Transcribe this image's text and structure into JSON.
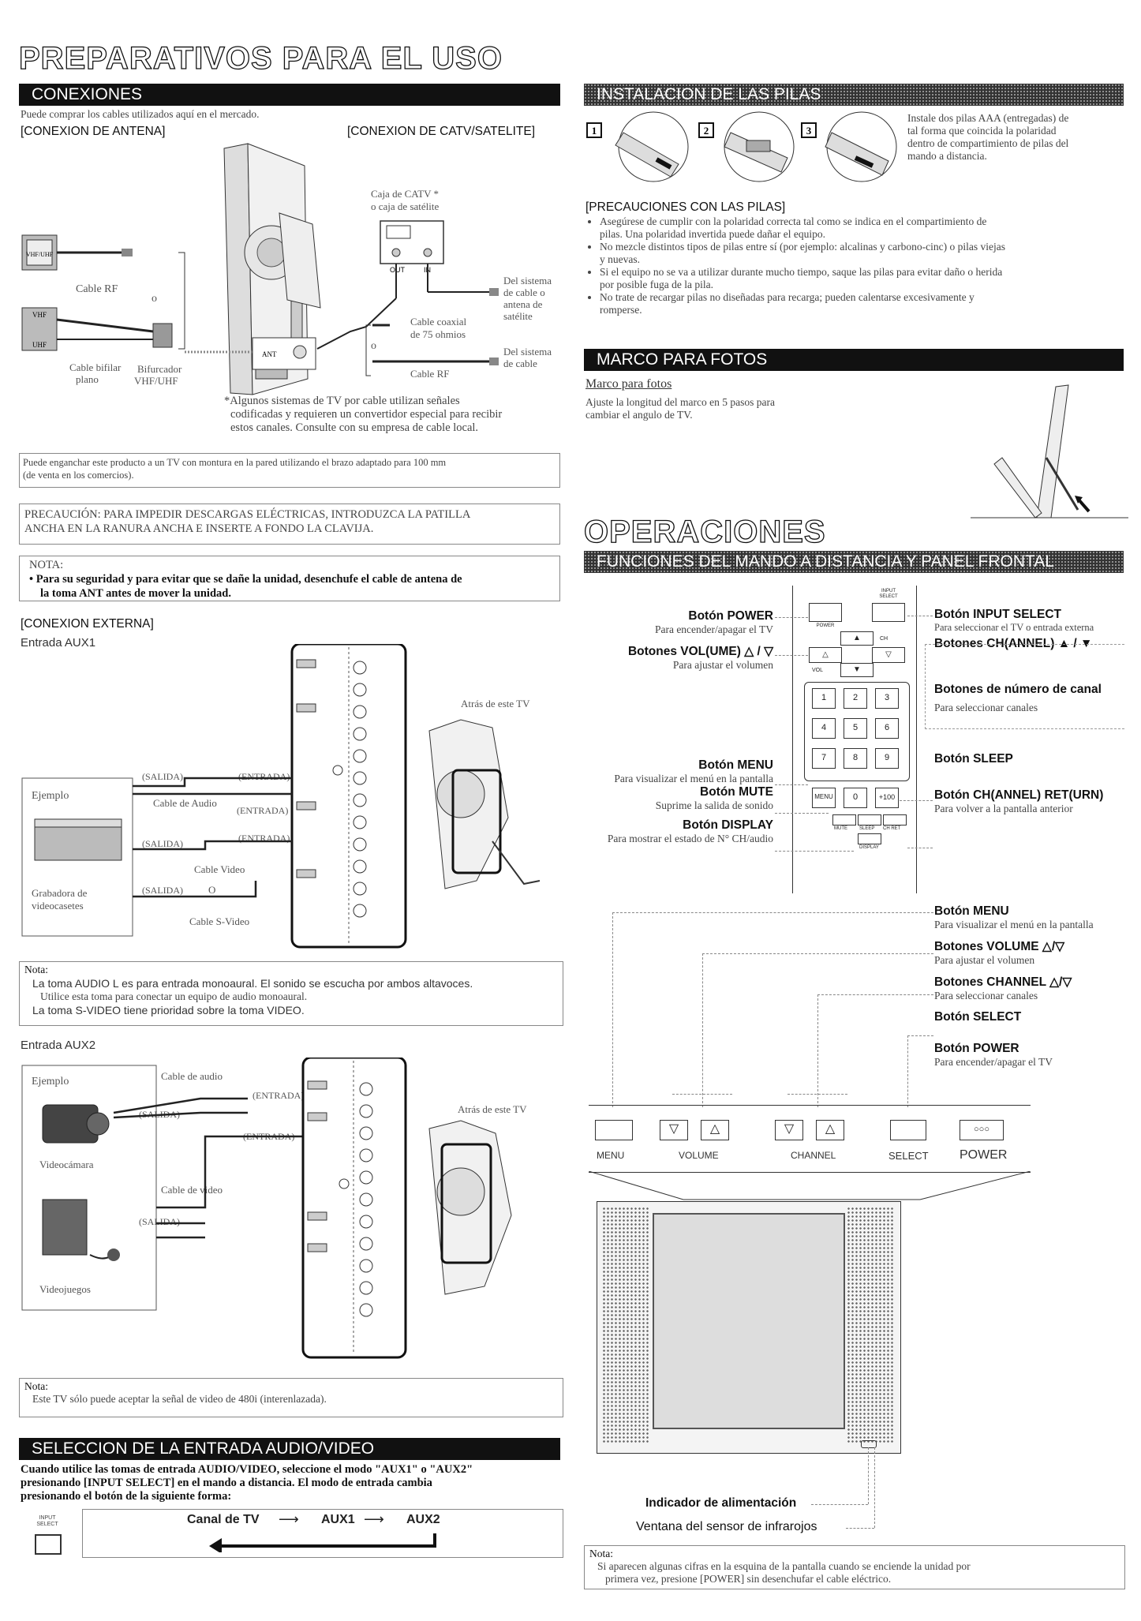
{
  "main_title": "PREPARATIVOS PARA EL USO",
  "conexiones": {
    "header": "CONEXIONES",
    "intro": "Puede comprar los cables utilizados aquí en el mercado.",
    "antena_title": "[CONEXION DE ANTENA]",
    "catv_title": "[CONEXION DE CATV/SATELITE]",
    "diagram": {
      "vhf_uhf": "VHF/UHF",
      "vhf": "VHF",
      "uhf": "UHF",
      "cable_rf": "Cable RF",
      "o": "o",
      "cable_bifilar": "Cable bifilar",
      "plano": "plano",
      "bifurcador": "Bifurcador",
      "bifurcador2": "VHF/UHF",
      "ant": "ANT",
      "caja_catv": "Caja de CATV *",
      "caja_satelite": "o caja de satélite",
      "out": "OUT",
      "in": "IN",
      "del_sistema": "Del sistema",
      "de_cable_o": "de cable o",
      "antena_de": "antena de",
      "satelite": "satélite",
      "cable_coaxial": "Cable coaxial",
      "de_75": "de 75 ohmios",
      "o2": "o",
      "del_sistema2": "Del sistema",
      "de_cable": "de cable",
      "cable_rf2": "Cable RF"
    },
    "note_lines": [
      "*Algunos sistemas de TV por cable utilizan señales",
      "codificadas y requieren un convertidor especial para recibir",
      "estos canales. Consulte con su empresa de cable local."
    ],
    "mount_lines": [
      "Puede enganchar este producto a un TV con montura en la pared utilizando el brazo adaptado para 100 mm",
      "(de venta en los comercios)."
    ],
    "precaucion_lines": [
      "PRECAUCIÓN: PARA IMPEDIR DESCARGAS ELÉCTRICAS, INTRODUZCA LA PATILLA",
      "ANCHA EN LA RANURA ANCHA E INSERTE A FONDO LA CLAVIJA."
    ],
    "nota_title": "NOTA:",
    "nota_lines": [
      "• Para su seguridad y para evitar que se dañe la unidad, desenchufe el cable de antena de",
      "la toma ANT antes de mover la unidad."
    ]
  },
  "externa": {
    "title": "[CONEXION EXTERNA]",
    "aux1_title": "Entrada AUX1",
    "aux1": {
      "ejemplo": "Ejemplo",
      "salida1": "(SALIDA)",
      "entrada1": "(ENTRADA)",
      "cable_audio": "Cable de Audio",
      "entrada2": "(ENTRADA)",
      "salida2": "(SALIDA)",
      "entrada3": "(ENTRADA)",
      "cable_video": "Cable Video",
      "grabadora1": "Grabadora de",
      "grabadora2": "videocasetes",
      "salida3": "(SALIDA)",
      "o": "O",
      "cable_svideo": "Cable S-Video",
      "atras": "Atrás de este TV"
    },
    "nota1_title": "Nota:",
    "nota1_lines": [
      "La toma AUDIO L es para entrada monoaural. El sonido se escucha por ambos altavoces.",
      "Utilice esta toma para conectar un equipo de audio monoaural.",
      "La toma S-VIDEO tiene prioridad sobre la toma VIDEO."
    ],
    "aux2_title": "Entrada AUX2",
    "aux2": {
      "ejemplo": "Ejemplo",
      "cable_audio": "Cable de audio",
      "entrada1": "(ENTRADA)",
      "salida1": "(SALIDA)",
      "entrada2": "(ENTRADA)",
      "atras": "Atrás de este TV",
      "videocamara": "Videocámara",
      "cable_video": "Cable de video",
      "salida2": "(SALIDA)",
      "videojuegos": "Videojuegos"
    },
    "nota2_title": "Nota:",
    "nota2_line": "Este TV sólo puede aceptar la señal de video de 480i (interenlazada)."
  },
  "seleccion": {
    "header": "SELECCION DE LA ENTRADA AUDIO/VIDEO",
    "lines": [
      "Cuando utilice las tomas de entrada AUDIO/VIDEO, seleccione el modo \"AUX1\" o \"AUX2\"",
      "presionando [INPUT SELECT] en el mando a distancia. El modo de entrada cambia",
      "presionando el botón de la siguiente forma:"
    ],
    "input_label": "INPUT SELECT",
    "flow": [
      "Canal de TV",
      "AUX1",
      "AUX2"
    ]
  },
  "pilas": {
    "header": "INSTALACION DE LAS PILAS",
    "steps": [
      "1",
      "2",
      "3"
    ],
    "desc_lines": [
      "Instale dos pilas AAA (entregadas) de",
      "tal forma que coincida la polaridad",
      "dentro de compartimiento de pilas del",
      "mando a distancia."
    ],
    "prec_title": "[PRECAUCIONES CON LAS PILAS]",
    "prec_items": [
      [
        "Asegúrese de cumplir con la polaridad correcta tal como se indica en el compartimiento de",
        "pilas. Una polaridad invertida puede dañar el equipo."
      ],
      [
        "No mezcle distintos tipos de pilas entre sí (por ejemplo: alcalinas y carbono-cinc) o pilas viejas",
        "y nuevas."
      ],
      [
        "Si el equipo no se va a utilizar durante mucho tiempo, saque las pilas para evitar daño o herida",
        "por posible fuga de la pila."
      ],
      [
        "No trate de recargar pilas no diseñadas para recarga; pueden calentarse excesivamente y",
        "romperse."
      ]
    ]
  },
  "marco": {
    "header": "MARCO PARA FOTOS",
    "title": "Marco para fotos",
    "lines": [
      "Ajuste la longitud del marco en 5 pasos para",
      "cambiar el angulo de TV."
    ]
  },
  "operaciones": {
    "title": "OPERACIONES",
    "header": "FUNCIONES DEL MANDO A DISTANCIA Y PANEL FRONTAL",
    "left_labels": [
      {
        "name": "Botón POWER",
        "desc": "Para encender/apagar el TV"
      },
      {
        "name": "Botones VOL(UME) △ / ▽",
        "desc": "Para ajustar el volumen"
      },
      {
        "name": "Botón MENU",
        "desc": "Para visualizar el menú en la pantalla"
      },
      {
        "name": "Botón MUTE",
        "desc": "Suprime la salida de sonido"
      },
      {
        "name": "Botón DISPLAY",
        "desc": "Para mostrar el estado de N° CH/audio"
      }
    ],
    "right_labels": [
      {
        "name": "Botón INPUT SELECT",
        "desc": "Para seleccionar el TV o entrada externa"
      },
      {
        "name": "Botones CH(ANNEL) ▲ / ▼",
        "desc": ""
      },
      {
        "name": "Botones de número de canal",
        "desc": "Para seleccionar canales"
      },
      {
        "name": "Botón SLEEP",
        "desc": ""
      },
      {
        "name": "Botón CH(ANNEL) RET(URN)",
        "desc": "Para volver a la pantalla anterior"
      }
    ],
    "remote": {
      "input": "INPUT SELECT",
      "power": "POWER",
      "ch": "CH",
      "vol": "VOL",
      "keys": [
        "1",
        "2",
        "3",
        "4",
        "5",
        "6",
        "7",
        "8",
        "9"
      ],
      "menu": "MENU",
      "zero": "0",
      "plus100": "+100",
      "mute": "MUTE",
      "sleep": "SLEEP",
      "chret": "CH RET",
      "display": "DISPLAY"
    },
    "panel_labels": [
      {
        "name": "Botón MENU",
        "desc": "Para visualizar el menú en la pantalla"
      },
      {
        "name": "Botones VOLUME △/▽",
        "desc": "Para ajustar el volumen"
      },
      {
        "name": "Botones CHANNEL △/▽",
        "desc": "Para seleccionar canales"
      },
      {
        "name": "Botón SELECT",
        "desc": ""
      },
      {
        "name": "Botón POWER",
        "desc": "Para encender/apagar el TV"
      }
    ],
    "panel": {
      "menu": "MENU",
      "volume": "VOLUME",
      "channel": "CHANNEL",
      "select": "SELECT",
      "power": "POWER",
      "down": "▽",
      "up": "△",
      "power_icon": "○○○"
    },
    "indicador": "Indicador de alimentación",
    "ventana": "Ventana del sensor de infrarojos",
    "nota_title": "Nota:",
    "nota_lines": [
      "Si aparecen algunas cifras en la esquina de la pantalla cuando se enciende la unidad por",
      "primera vez, presione [POWER] sin desenchufar el cable eléctrico."
    ]
  }
}
